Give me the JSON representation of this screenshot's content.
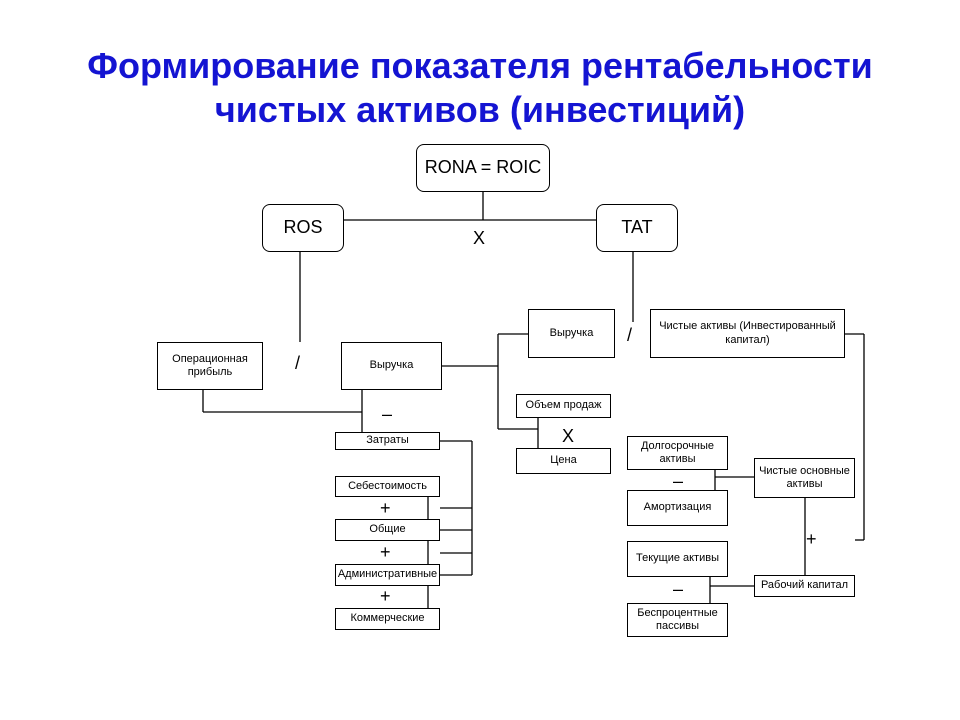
{
  "title": {
    "line1": "Формирование показателя рентабельности",
    "line2": "чистых активов (инвестиций)"
  },
  "nodes": {
    "rona": "RONA = ROIC",
    "ros": "ROS",
    "tat": "TAT",
    "op_profit": "Операционная прибыль",
    "revenue_left": "Выручка",
    "costs": "Затраты",
    "cost_of_goods": "Себестоимость",
    "general": "Общие",
    "administrative": "Административные",
    "commercial": "Коммерческие",
    "revenue_right": "Выручка",
    "net_assets": "Чистые активы (Инвестированный капитал)",
    "sales_volume": "Объем продаж",
    "price": "Цена",
    "long_term_assets": "Долгосрочные активы",
    "depreciation": "Амортизация",
    "net_fixed_assets": "Чистые основные активы",
    "current_assets": "Текущие активы",
    "non_interest_liabilities": "Беспроцентные пассивы",
    "working_capital": "Рабочий капитал"
  },
  "operators": {
    "multiply_top": "X",
    "multiply_sales": "X",
    "divide_left": "/",
    "divide_right": "/",
    "minus_costs": "–",
    "plus_1": "+",
    "plus_2": "+",
    "plus_3": "+",
    "minus_depreciation": "–",
    "minus_liabilities": "–",
    "plus_capital": "+"
  }
}
